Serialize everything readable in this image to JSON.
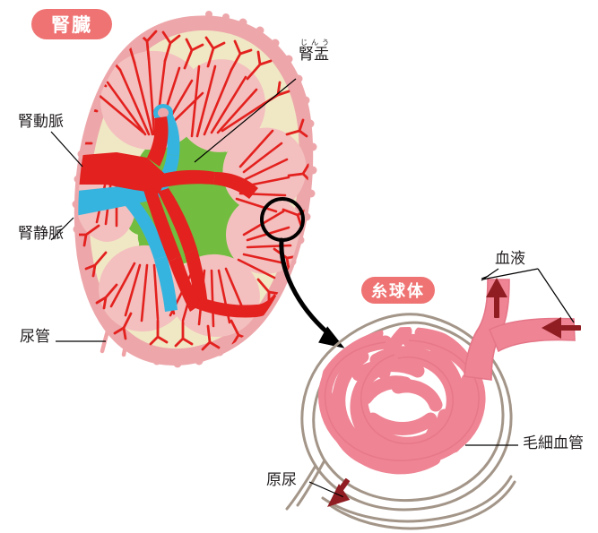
{
  "diagram": {
    "title_badge": "腎臓",
    "detail_badge": "糸球体",
    "colors": {
      "badge_fill": "#ef7373",
      "badge_text": "#ffffff",
      "capsule_outline": "#eda7ab",
      "cortex": "#f0e8c4",
      "pyramid": "#f3c0bf",
      "vessel_red": "#e3211e",
      "artery_label_color": "#231f20",
      "vein_blue": "#35b4df",
      "pelvis_green": "#72bd3f",
      "ureter_pink": "#efa3a6",
      "capillary_pink": "#ef8494",
      "capsule_grey": "#a39588",
      "arrow_dark_red": "#8f1d22",
      "leader_black": "#000000",
      "text_black": "#231f20"
    }
  },
  "labels": {
    "renal_artery": "腎動脈",
    "renal_vein": "腎静脈",
    "ureter": "尿管",
    "renal_pelvis": "腎盂",
    "renal_pelvis_furigana": "じんう",
    "blood": "血液",
    "capillary": "毛細血管",
    "primary_urine": "原尿"
  }
}
